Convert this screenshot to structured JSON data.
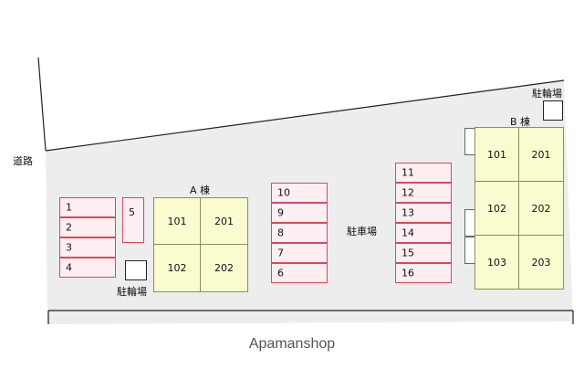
{
  "labels": {
    "road": "道路",
    "parking": "駐車場",
    "bike_parking_left": "駐輪場",
    "bike_parking_right": "駐輪場",
    "building_a": "A 棟",
    "building_b": "B 棟"
  },
  "parking_left": [
    "1",
    "2",
    "3",
    "4"
  ],
  "parking_single": "5",
  "parking_center": [
    "10",
    "9",
    "8",
    "7",
    "6"
  ],
  "parking_right": [
    "11",
    "12",
    "13",
    "14",
    "15",
    "16"
  ],
  "building_a_units": [
    "101",
    "201",
    "102",
    "202"
  ],
  "building_b_units": [
    "101",
    "201",
    "102",
    "202",
    "103",
    "203"
  ],
  "brand": "Apamanshop",
  "colors": {
    "lot": "#ededed",
    "parking_fill": "#fdeef2",
    "parking_border": "#d9495c",
    "building_fill": "#fbfbd0",
    "building_border": "#8e8e5a"
  }
}
